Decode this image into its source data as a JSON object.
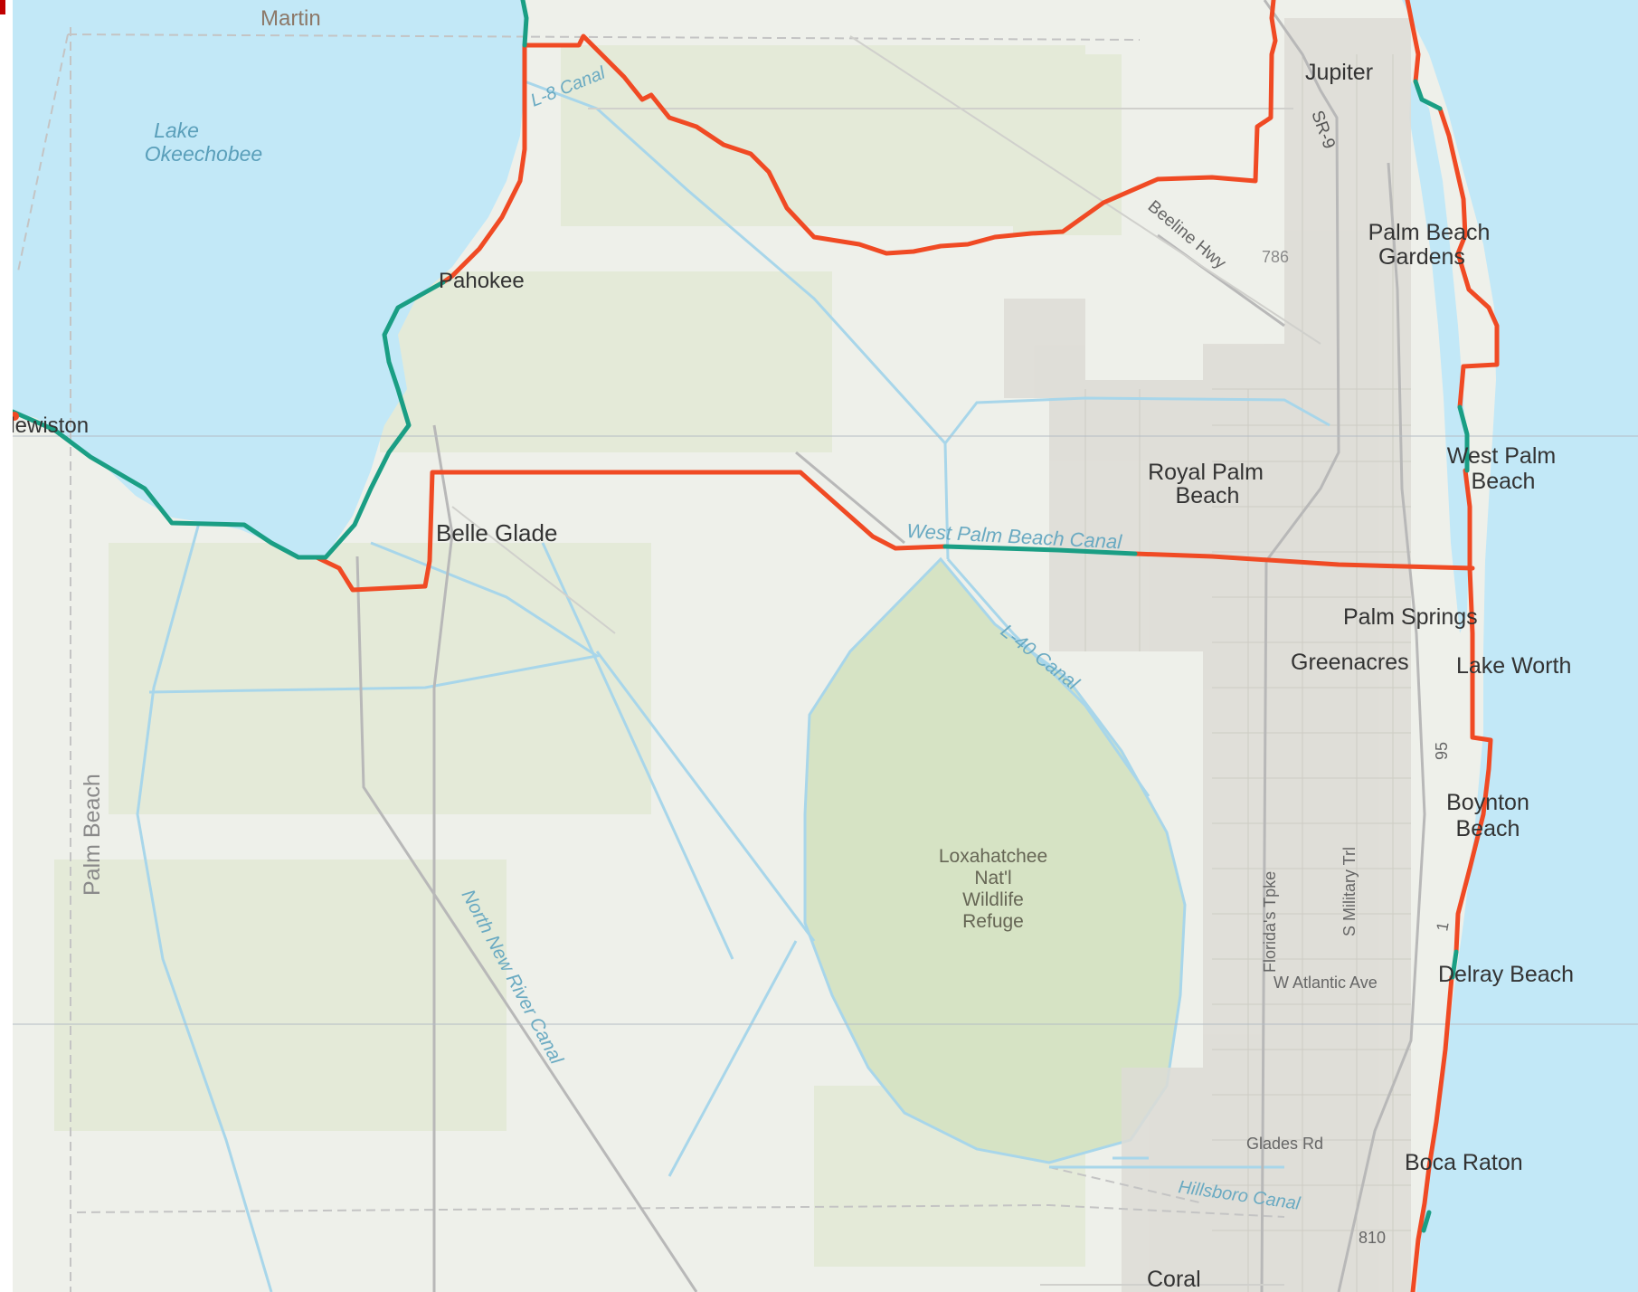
{
  "map": {
    "labels": {
      "martin": "Martin",
      "lake_line1": "Lake",
      "lake_line2": "Okeechobee",
      "pahokee": "Pahokee",
      "lewiston": "Clewiston",
      "belle_glade": "Belle Glade",
      "jupiter": "Jupiter",
      "sr9": "SR-9",
      "pbg_line1": "Palm Beach",
      "pbg_line2": "Gardens",
      "beeline": "Beeline Hwy",
      "shield_786": "786",
      "l8": "L-8 Canal",
      "royal_line1": "Royal Palm",
      "royal_line2": "Beach",
      "wpb_line1": "West Palm",
      "wpb_line2": "Beach",
      "wpb_canal": "West Palm Beach Canal",
      "palm_springs": "Palm Springs",
      "greenacres": "Greenacres",
      "lake_worth": "Lake Worth",
      "l40": "L-40 Canal",
      "shield_95": "95",
      "boynton_line1": "Boynton",
      "boynton_line2": "Beach",
      "refuge_line1": "Loxahatchee",
      "refuge_line2": "Nat'l",
      "refuge_line3": "Wildlife",
      "refuge_line4": "Refuge",
      "county": "Palm Beach",
      "nnr_canal": "North New River Canal",
      "turnpike": "Florida's Tpke",
      "military": "S Military Trl",
      "shield_1": "1",
      "atlantic": "W Atlantic Ave",
      "delray": "Delray Beach",
      "glades": "Glades Rd",
      "boca": "Boca Raton",
      "hillsboro": "Hillsboro Canal",
      "shield_810": "810",
      "coral": "Coral"
    },
    "colors": {
      "water": "#c2e8f7",
      "land": "#eef0ea",
      "land_green": "#e4ead8",
      "refuge": "#d6e3c4",
      "urban": "#dddcd6",
      "road": "#b8b8b8",
      "canal": "#a8d6ea",
      "red_line": "#f04a24",
      "green_line": "#1a9e84"
    }
  }
}
